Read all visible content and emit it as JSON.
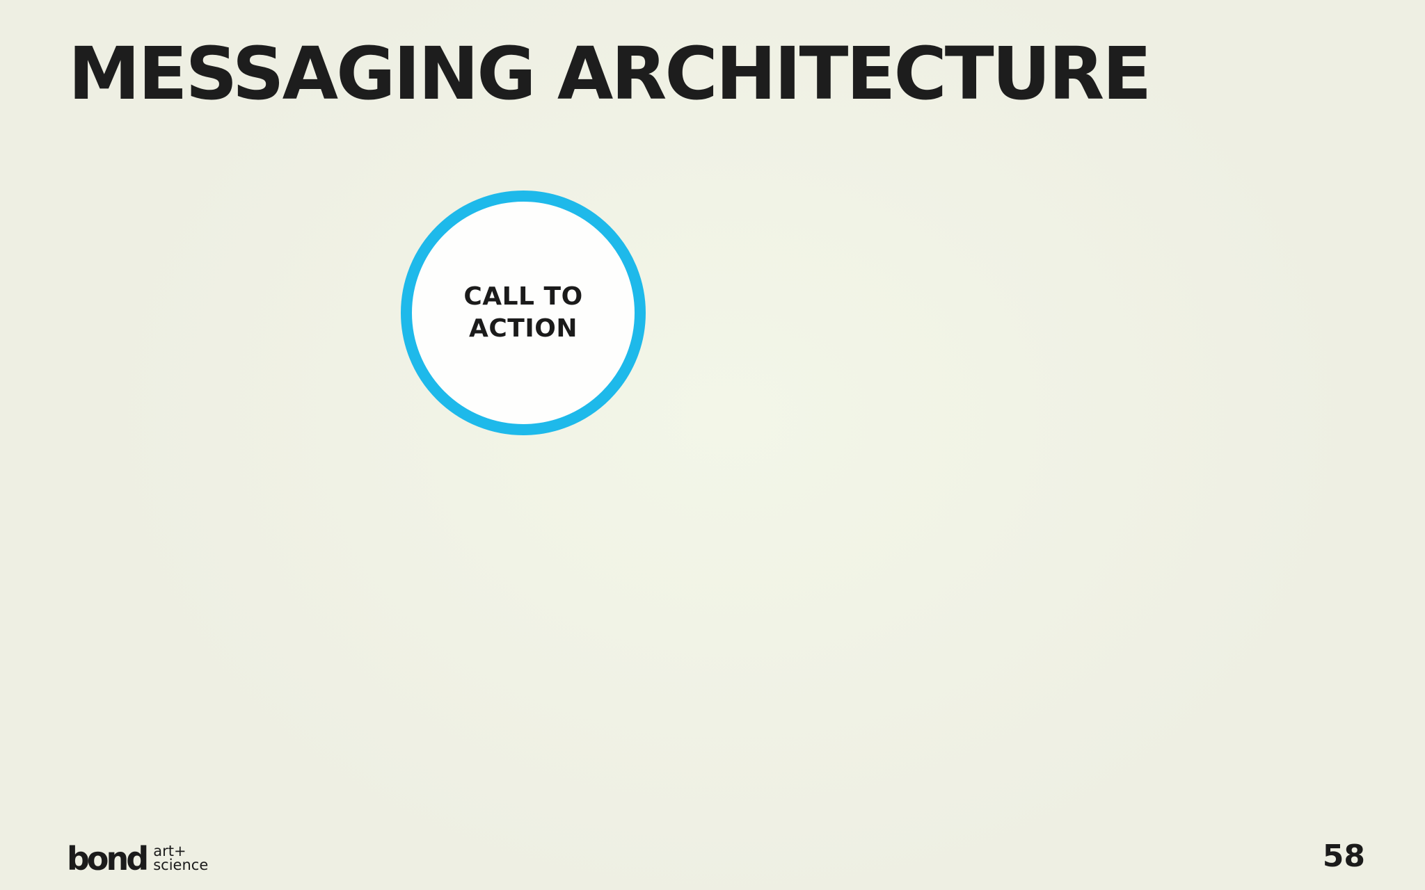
{
  "slide": {
    "title": "MESSAGING ARCHITECTURE",
    "cta_line1": "CALL TO",
    "cta_line2": "ACTION",
    "page_number": "58"
  },
  "logo": {
    "word": "bond",
    "line1": "art+",
    "line2": "science"
  },
  "colors": {
    "accent": "#1eb9ea",
    "text": "#1b1b1b",
    "background": "#f1f3e6"
  }
}
